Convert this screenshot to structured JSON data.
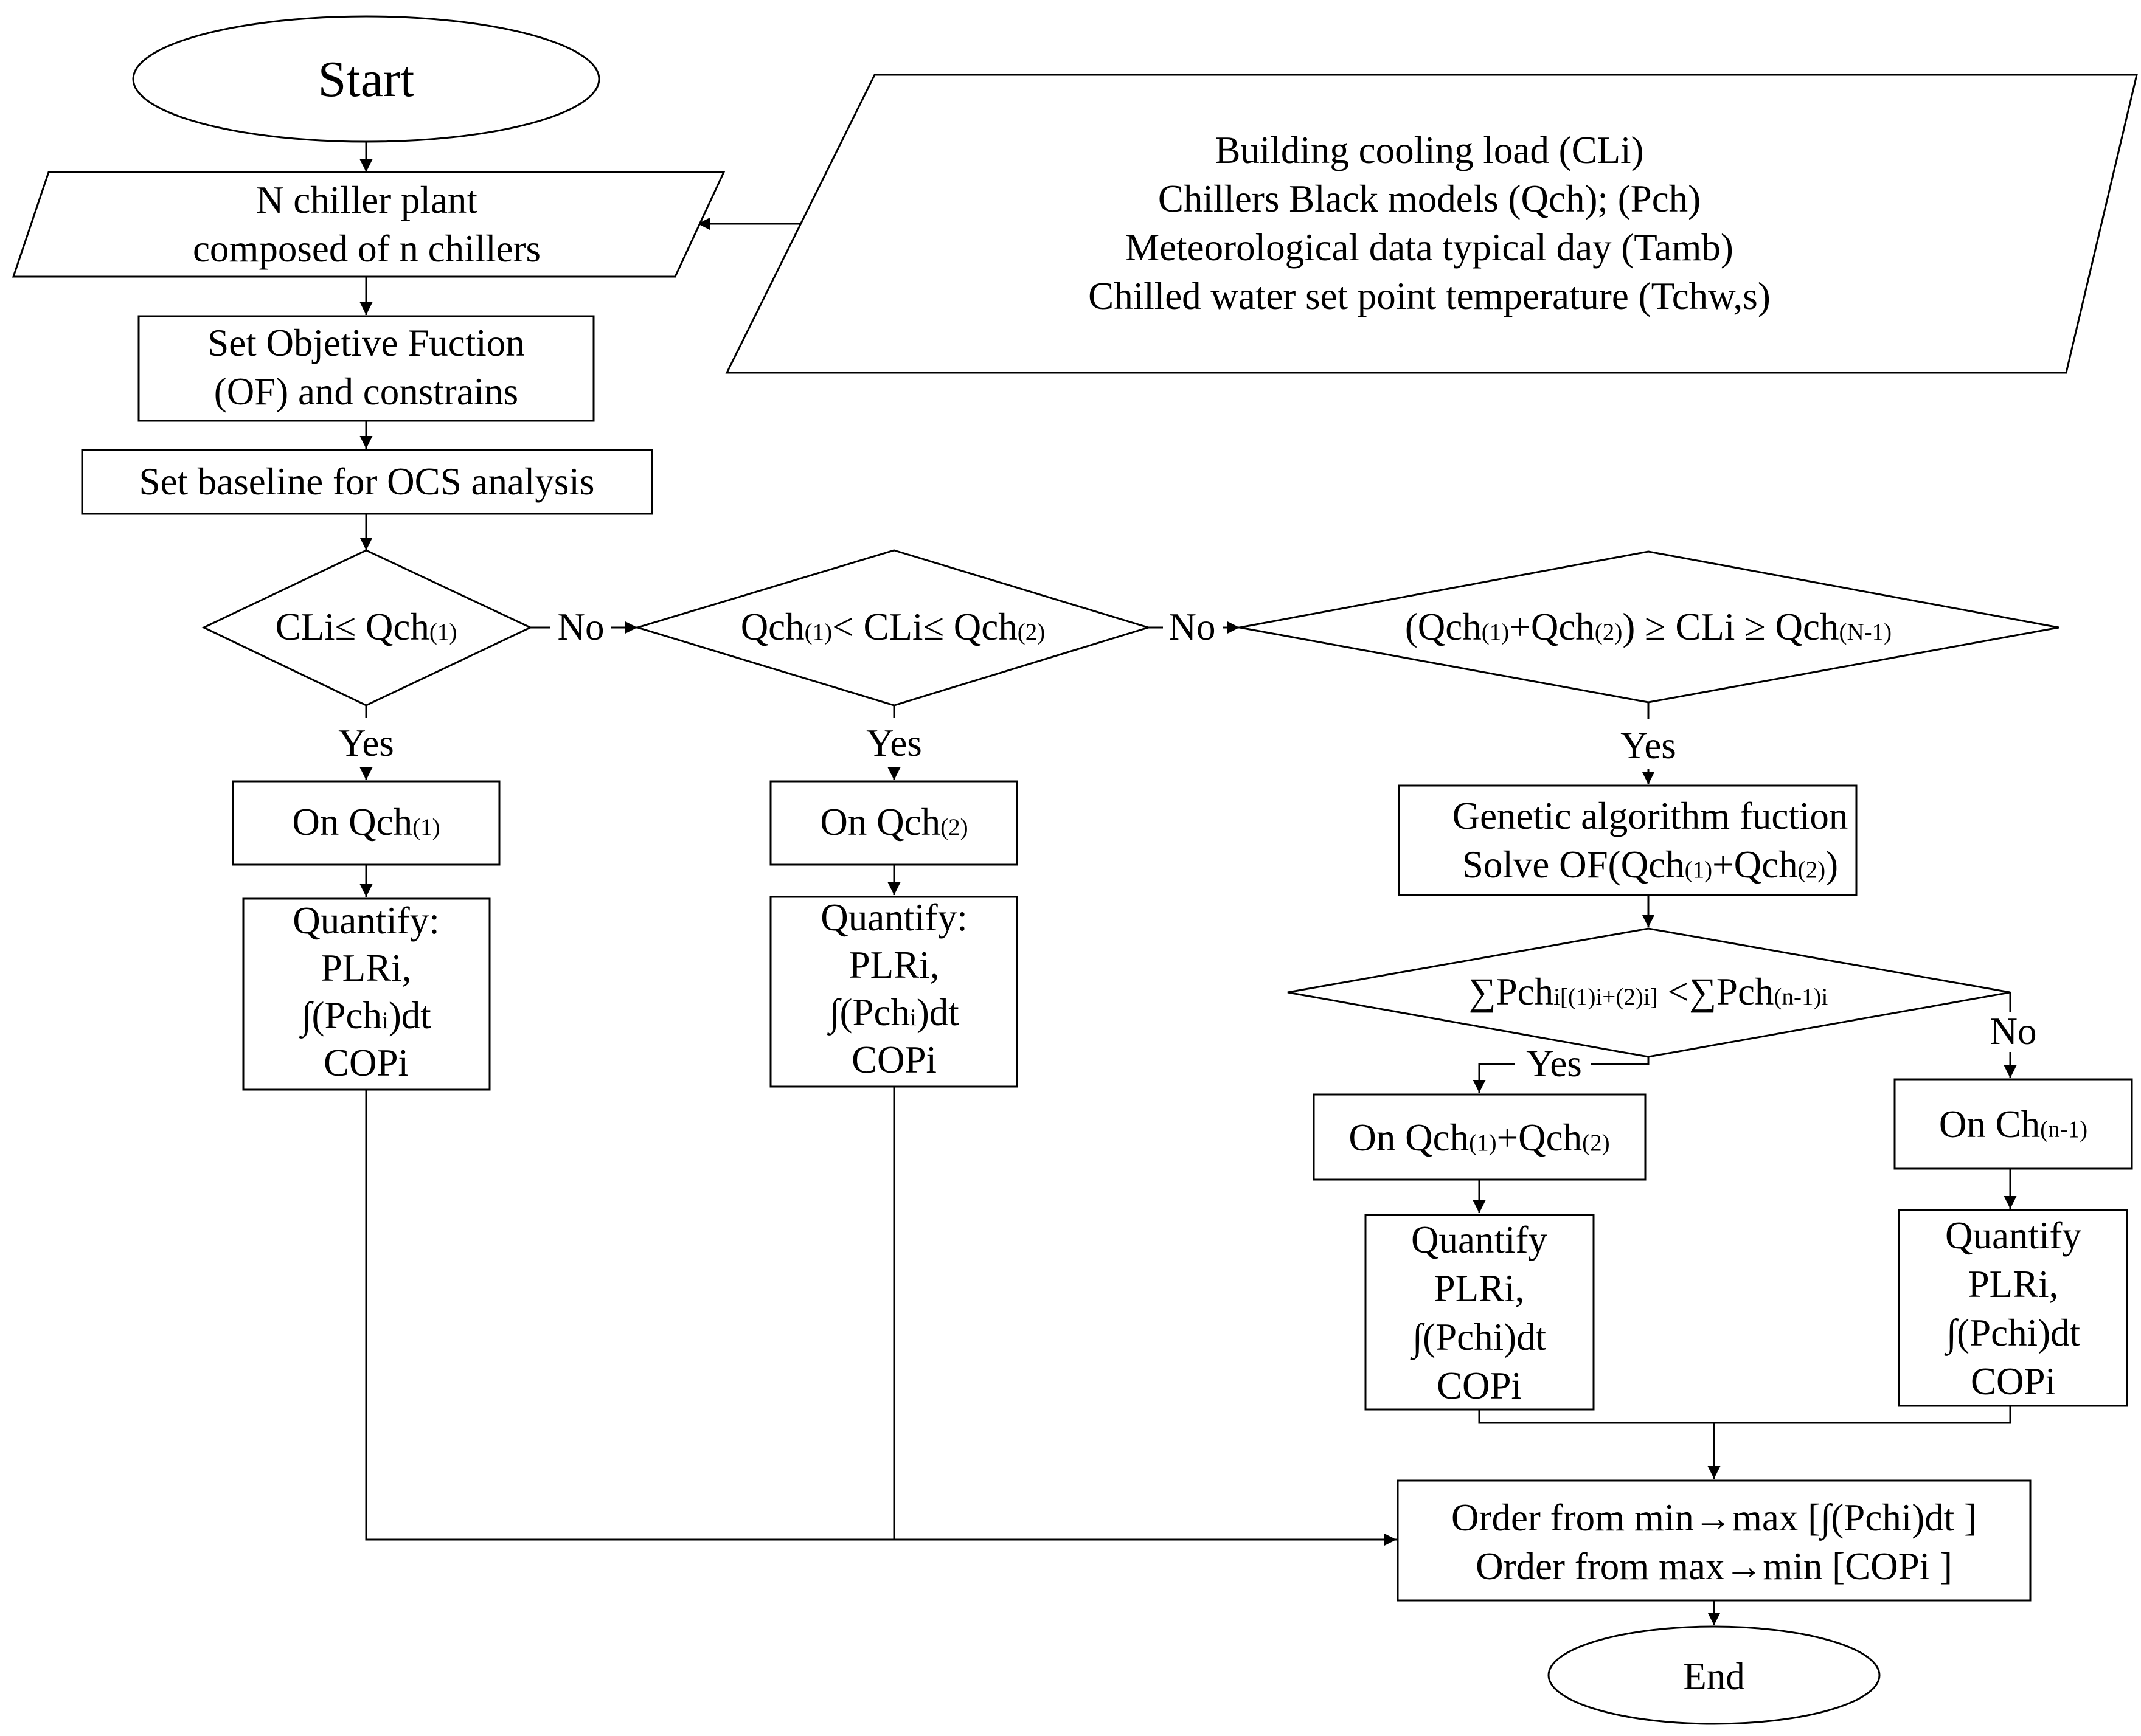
{
  "nodes": {
    "start": "Start",
    "end": "End",
    "plant": {
      "line1": "N chiller plant",
      "line2": "composed of  n chillers"
    },
    "inputs": {
      "line1": "Building cooling load (CLi)",
      "line2": "Chillers Black models (Qch); (Pch)",
      "line3": "Meteorological data typical day (Tamb)",
      "line4": "Chilled water set point temperature (Tchw,s)"
    },
    "objective": {
      "line1": "Set Objetive Fuction",
      "line2": "(OF) and constrains"
    },
    "baseline": "Set baseline for OCS analysis",
    "decision1": {
      "a": "CLi≤ Qch",
      "a_sub": "(1)"
    },
    "decision2": {
      "a": "Qch",
      "a_sub": "(1)",
      "b": "< CLi≤ Qch",
      "b_sub": "(2)"
    },
    "decision3": {
      "a": "(Qch",
      "a_sub": "(1)",
      "b": "+Qch",
      "b_sub": "(2)",
      "c": ") ≥ CLi ≥ Qch",
      "c_sub": "(N-1)"
    },
    "on1": {
      "a": "On Qch",
      "a_sub": "(1)"
    },
    "on2": {
      "a": "On Qch",
      "a_sub": "(2)"
    },
    "ga": {
      "line1": "Genetic algorithm fuction",
      "line2a": "Solve OF(Qch",
      "line2_sub1": "(1)",
      "line2b": "+Qch",
      "line2_sub2": "(2)",
      "line2c": ")"
    },
    "decision4": {
      "a": "∑Pch",
      "a_sub": "i[(1)i+(2)i]",
      "b": " <∑Pch",
      "b_sub": "(n-1)i"
    },
    "on_combo": {
      "a": "On Qch",
      "a_sub": "(1)",
      "b": "+Qch",
      "b_sub": "(2)"
    },
    "on_n1": {
      "a": "On Ch",
      "a_sub": "(n-1)"
    },
    "quantify1": {
      "line1": "Quantify:",
      "line2": "PLRi,",
      "line3a": "∫(Pch",
      "line3_sub": "i",
      "line3b": ")dt",
      "line4": "COPi"
    },
    "quantify2": {
      "line1": "Quantify:",
      "line2": "PLRi,",
      "line3a": "∫(Pch",
      "line3_sub": "i",
      "line3b": ")dt",
      "line4": "COPi"
    },
    "quantify3": {
      "line1": "Quantify",
      "line2": "PLRi,",
      "line3": "∫(Pchi)dt",
      "line4": "COPi"
    },
    "quantify4": {
      "line1": "Quantify",
      "line2": "PLRi,",
      "line3": "∫(Pchi)dt",
      "line4": "COPi"
    },
    "order": {
      "line1": "Order from min→max  [∫(Pchi)dt ]",
      "line2": "Order from  max→min  [COPi ]"
    }
  },
  "edge_labels": {
    "no1": "No",
    "no2": "No",
    "no3": "No",
    "yes1": "Yes",
    "yes2": "Yes",
    "yes3": "Yes",
    "yes4": "Yes"
  }
}
